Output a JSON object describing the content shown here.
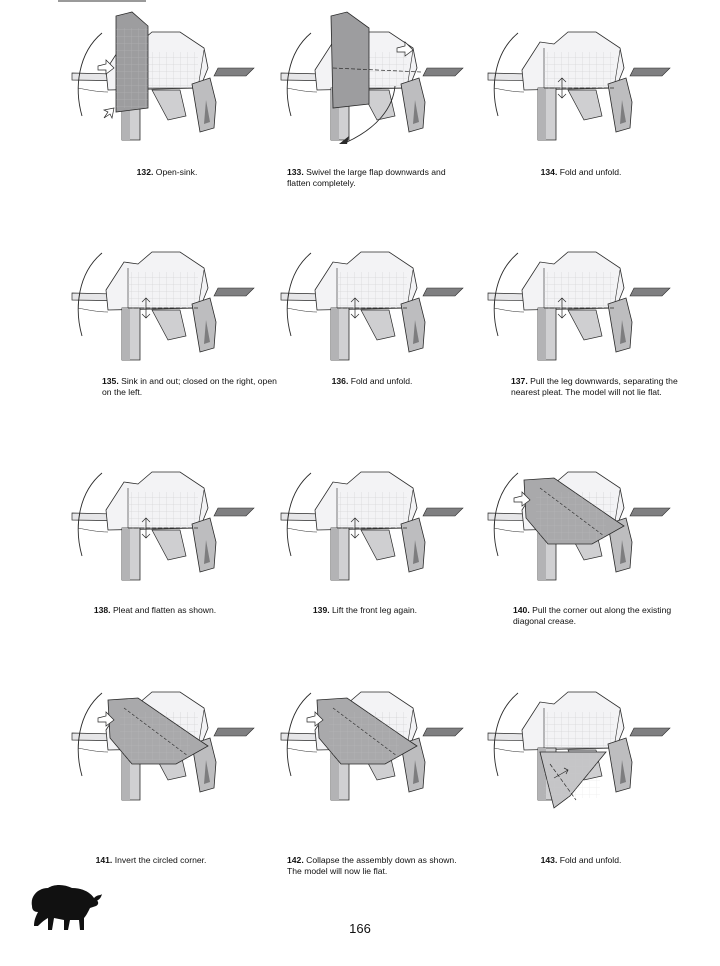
{
  "page": {
    "number": "166"
  },
  "colors": {
    "paper_light": "#f4f4f6",
    "paper_mid": "#d2d2d4",
    "paper_dark": "#9b9b9d",
    "line": "#2a2a2a",
    "grid": "#c8c8c8"
  },
  "steps": [
    {
      "id": "132",
      "number": "132.",
      "text": "Open-sink.",
      "arrows": [
        "hollow-arrow",
        "hollow-arrow"
      ],
      "align": "center"
    },
    {
      "id": "133",
      "number": "133.",
      "text": "Swivel the large flap downwards and flatten completely.",
      "arrows": [
        "hollow-arrow",
        "curved-arrow",
        "curved-arrow"
      ],
      "align": "left"
    },
    {
      "id": "134",
      "number": "134.",
      "text": "Fold and unfold.",
      "arrows": [
        "fold-arrow"
      ],
      "align": "center"
    },
    {
      "id": "135",
      "number": "135.",
      "text": "Sink in and out; closed on the right, open on the left.",
      "arrows": [
        "hollow-arrow"
      ],
      "align": "left"
    },
    {
      "id": "136",
      "number": "136.",
      "text": "Fold and unfold.",
      "arrows": [
        "fold-arrow"
      ],
      "align": "center"
    },
    {
      "id": "137",
      "number": "137.",
      "text": "Pull the leg downwards, separating the nearest pleat. The model will not lie flat.",
      "arrows": [
        "hollow-arrow"
      ],
      "align": "left"
    },
    {
      "id": "138",
      "number": "138.",
      "text": "Pleat and flatten as shown.",
      "arrows": [
        "pleat-arrow"
      ],
      "align": "center"
    },
    {
      "id": "139",
      "number": "139.",
      "text": "Lift the front leg again.",
      "arrows": [
        "curved-arrow"
      ],
      "align": "center"
    },
    {
      "id": "140",
      "number": "140.",
      "text": "Pull the corner out along the existing diagonal crease.",
      "arrows": [
        "hollow-arrow"
      ],
      "align": "left"
    },
    {
      "id": "141",
      "number": "141.",
      "text": "Invert the circled corner.",
      "arrows": [
        "hollow-arrow"
      ],
      "align": "center"
    },
    {
      "id": "142",
      "number": "142.",
      "text": "Collapse the assembly down as shown. The model will now lie flat.",
      "arrows": [
        "curved-arrow",
        "curved-arrow"
      ],
      "align": "left"
    },
    {
      "id": "143",
      "number": "143.",
      "text": "Fold and unfold.",
      "arrows": [
        "fold-arrow"
      ],
      "align": "center"
    }
  ],
  "logo": {
    "icon": "bison-silhouette-icon"
  }
}
